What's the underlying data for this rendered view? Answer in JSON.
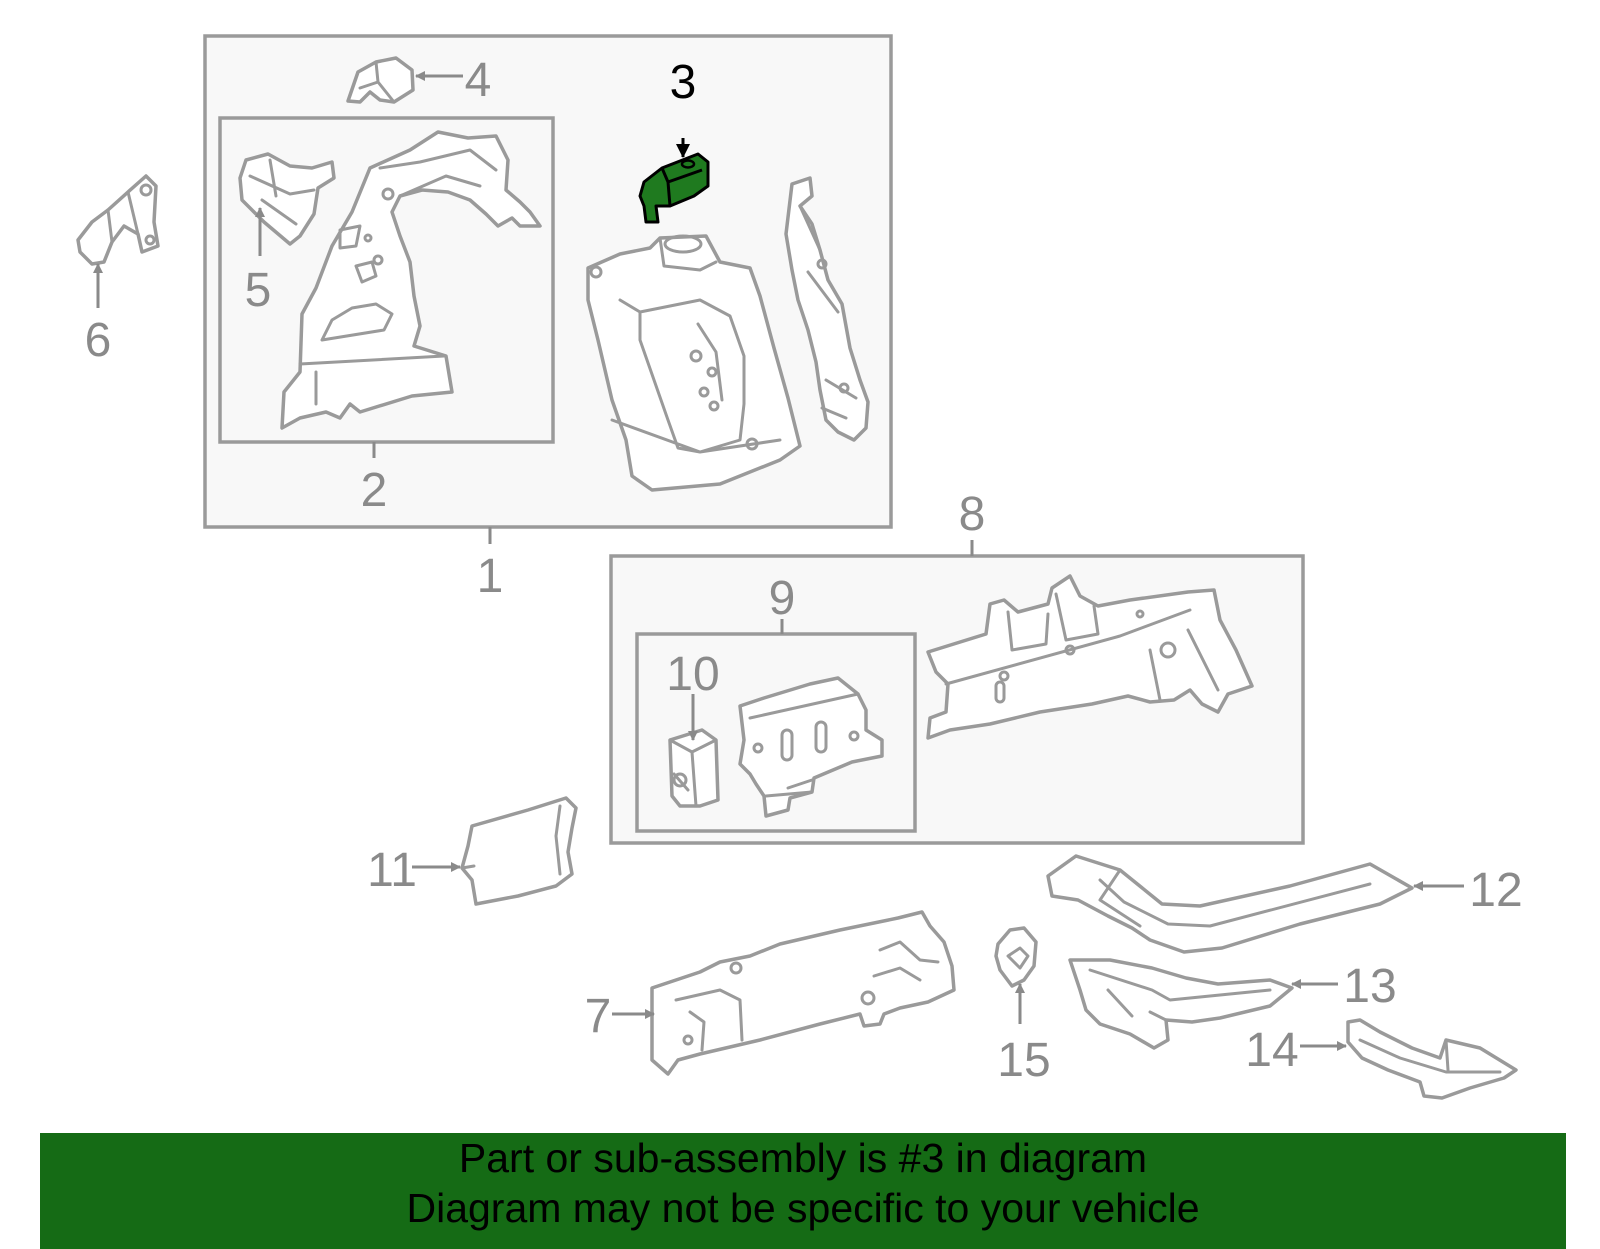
{
  "colors": {
    "highlight": "#1f7a1f",
    "banner": "#156b15",
    "line": "#9a9a9a",
    "box_fill": "#f8f8f8"
  },
  "callouts": {
    "c1": "1",
    "c2": "2",
    "c3": "3",
    "c4": "4",
    "c5": "5",
    "c6": "6",
    "c7": "7",
    "c8": "8",
    "c9": "9",
    "c10": "10",
    "c11": "11",
    "c12": "12",
    "c13": "13",
    "c14": "14",
    "c15": "15"
  },
  "highlighted_part": "3",
  "footer": {
    "line1": "Part or sub-assembly is #3 in diagram",
    "line2": "Diagram may not be specific to your vehicle"
  }
}
